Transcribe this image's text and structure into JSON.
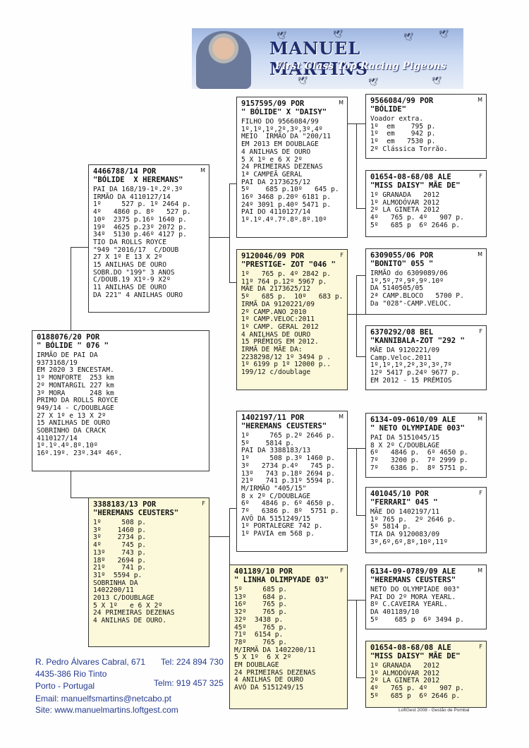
{
  "banner": {
    "title": "MANUEL MARTINS",
    "subtitle": "First Class Top Racing Pigeons"
  },
  "cards": {
    "main": {
      "header": "0188076/20 POR\n\" BÓLIDE \" 076 \"",
      "sex": "",
      "lines": "IRMÃO DE PAI DA\n9373168/19\nEM 2020 3 ENCESTAM.\n1º MONFORTE  253 km\n2º MONTARGIL 227 km\n3º MORA      248 km\nPRIMO DA ROLLS ROYCE\n949/14 - C/DOUBLAGE\n27 X 1º e 13 X 2º\n15 ANILHAS DE OURO\nSOBRINHO DA CRACK\n4110127/14\n1º.1º.4º.8º.10º\n16º.19º. 23º.34º 46º."
    },
    "sire": {
      "header": "4466788/14 POR\n\"BÓLIDE  X HEREMANS\"",
      "sex": "M",
      "lines": "PAI DA 168/19-1º.2º.3º\nIRMÃO DA 4110127/14\n1º     527 p. 1º 2464 p.\n4º   4860 p. 8º   527 p.\n10º  2375 p.16º 1640 p.\n19º  4625 p.23º 2072 p.\n34º  5130 p.46º 4127 p.\nTIO DA ROLLS ROYCE\n\"949 \"2016/17  C/DOUB\n27 X 1º E 13 X 2º\n15 ANILHAS DE OURO\nSOBR.DO \"199\" 3 ANOS\nC/DOUB.19 X1º-9 X2º\n11 ANILHAS DE OURO\nDA 221\" 4 ANILHAS OURO"
    },
    "dam": {
      "header": "3388183/13 POR\n\"HEREMANS CEUSTERS\"",
      "sex": "F",
      "lines": "1º     508 p.\n3º    1460 p.\n3º    2734 p.\n4º     745 p.\n13º    743 p.\n18º   2694 p.\n21º    741 p.\n31º  5594 p.\nSOBRINHA DA\n1402200/11\n2013 C/DOUBLAGE\n5 X 1º   e 6 X 2º\n24 PRIMEIRAS DEZENAS\n4 ANILHAS DE OURO."
    },
    "ss": {
      "header": "9157595/09 POR\n\" BÓLIDE\" X \"DAISY\"",
      "sex": "M",
      "lines": "FILHO DO 9566084/99\n1º,1º,1º,2º,3º,3º,4º\nMEIO  IRMÃO DA \"200/11\nEM 2013 EM DOUBLAGE\n4 ANILHAS DE OURO\n5 X 1º e 6 X 2º\n24 PRIMEIRAS DEZENAS\n1ª CAMPEÃ GERAL\nPAI DA 2173625/12\n5º    685 p.10º   645 p.\n16º 3468 p.20º 6181 p.\n24º 3091 p.40º 5471 p.\nPAI DO 4110127/14\n1º.1º.4º.7º.8º.8º.10º"
    },
    "sd": {
      "header": "9120046/09 POR\n\"PRESTIGE- ZOT \"046 \"",
      "sex": "F",
      "lines": "1º   765 p. 4º 2842 p.\n11º 764 p.12º 5967 p.\nMÃE DA 2173625/12\n5º   685 p.  10º   683 p.\nIRMÃ DA 9120221/09\n2º CAMP.ANO 2010\n1º CAMP.VELOC:2011\n1º CAMP. GERAL 2012\n4 ANILHAS DE OURO\n15 PRÉMIOS EM 2012.\nIRMÃ DE MÃE DA:\n2238298/12 1º 3494 p .\n1º 6199 p 1º 12000 p..\n199/12 c/doublage"
    },
    "ds": {
      "header": "1402197/11 POR\n\"HEREMANS CEUSTERS\"",
      "sex": "M",
      "lines": "1º     765 p.2º 2646 p.\n5º    5814 p.\nPAI DA 3388183/13\n1º     508 p.3º 1460 p.\n3º   2734 p.4º   745 p.\n13º   743 p.18º 2694 p.\n21º   741 p.31º 5594 p.\nM/IRMÃO \"405/15\"\n8 x 2º C/DOUBLAGE\n6º   4846 p. 6º 4650 p.\n7º   6386 p. 8º  5751 p.\nAVÔ DA 5151249/15\n1º PORTALEGRE 742 p.\n1º PAVIA em 568 p."
    },
    "dd": {
      "header": "401189/10 POR\n\" LINHA OLIMPYADE 03\"",
      "sex": "F",
      "lines": "5º     685 p.\n13º    684 p.\n16º    765 p.\n32º    765 p.\n32º  3438 p.\n45º    765 p.\n71º  6154 p.\n78º    765 p.\nM/IRMÃ DA 1402200/11\n5 X 1º  6 X 2º\nEM DOUBLAGE\n24 PRIMEIRAS DEZENAS\n4 ANILHAS DE OURO\nAVÓ DA 5151249/15"
    },
    "sss": {
      "header": "9566084/99 POR\n\"BÓLIDE\"",
      "sex": "M",
      "lines": "Voador extra.\n1º  em    795 p.\n1º  em    942 p.\n1º  em   7530 p.\n2º Clássica Torrão."
    },
    "ssd": {
      "header": "01654-08-68/08 ALE\n\"MISS DAISY\" MÃE DE\"",
      "sex": "F",
      "lines": "1º GRANADA   2012\n1º ALMODÓVAR 2012\n2º LA GINETA 2012\n4º   765 p. 4º   907 p.\n5º   685 p  6º 2646 p."
    },
    "sds": {
      "header": "6309055/06 POR\n\"BONITO\" 055 \"",
      "sex": "M",
      "lines": "IRMÃO do 6309089/06\n1º,5º,7º,9º,9º.10º\nDA 5140505/05\n2ª CAMP.BLOCO   5700 P.\nDa \"028\"-CAMP.VELOC."
    },
    "sdd": {
      "header": "6370292/08 BEL\n\"KANNIBALA-ZOT \"292 \"",
      "sex": "F",
      "lines": "MÃE DA 9120221/09\nCamp.Veloc.2011\n1º,1º,1º,2º,3º,3º,7º\n12º 5417 p.24º 9677 p.\nEM 2012 - 15 PRÉMIOS"
    },
    "dss": {
      "header": "6134-09-0610/09 ALE\n\" NETO OLYMPIADE 003\"",
      "sex": "M",
      "lines": "PAI DA 5151045/15\n8 X 2º C/DOUBLAGE\n6º   4846 p.  6º 4650 p.\n7º   3200 p.  7º 2999 p.\n7º   6386 p.  8º 5751 p."
    },
    "dsd": {
      "header": "401045/10 POR\n\"FERRARI\" 045 \"",
      "sex": "F",
      "lines": "MÃE DO 1402197/11\n1º 765 p.  2º 2646 p.\n5º 5814 p.\nTIA DA 9120083/09\n3º,6º,6º,8º,10º,11º"
    },
    "dds": {
      "header": "6134-09-0789/09 ALE\n\"HEREMANS CEUSTERS\"",
      "sex": "M",
      "lines": "NETO DO OLYMPIADE 003\"\nPAI DO 2º MORA YEARL.\n8º C.CAVEIRA YEARL.\nDA 401189/10\n5º    685 p  6º 3494 p."
    },
    "ddd": {
      "header": "01654-08-68/08 ALE\n\"MISS DAISY\" MÃE DE\"",
      "sex": "F",
      "lines": "1º GRANADA   2012\n1º ALMODÓVAR 2012\n2º LA GINETA 2012\n4º   765 p. 4º   907 p.\n5º   685 p  6º 2646 p."
    }
  },
  "contact": {
    "address1": "R. Pedro Álvares Cabral, 671",
    "address2": "4435-386 Rio Tinto",
    "address3": "Porto - Portugal",
    "tel": "Tel: 224 894 730",
    "mobile": "Telm: 919 457 325",
    "email": "Email: manuelfsmartins@netcabo.pt",
    "site": "Site: www.manuelmartins.loftgest.com"
  },
  "footer": "LoftGest 2008 - Gestão de Pombal"
}
